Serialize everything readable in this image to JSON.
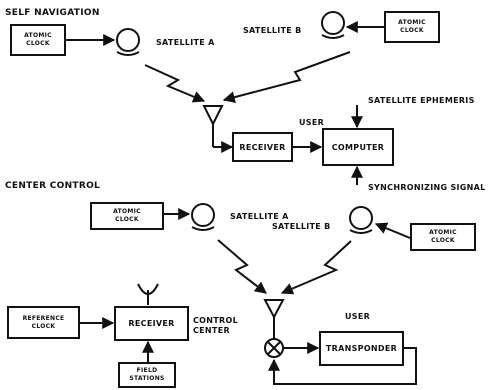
{
  "self_navigation": {
    "heading": "SELF NAVIGATION",
    "clock_a": "ATOMIC CLOCK",
    "clock_b": "ATOMIC CLOCK",
    "satellite_a": "SATELLITE A",
    "satellite_b": "SATELLITE B",
    "receiver": "RECEIVER",
    "user": "USER",
    "computer": "COMPUTER",
    "ephemeris": "SATELLITE EPHEMERIS",
    "sync": "SYNCHRONIZING SIGNAL"
  },
  "center_control": {
    "heading": "CENTER CONTROL",
    "clock_a": "ATOMIC CLOCK",
    "clock_b": "ATOMIC CLOCK",
    "satellite_a": "SATELLITE A",
    "satellite_b": "SATELLITE B",
    "reference_clock": "REFERENCE CLOCK",
    "receiver": "RECEIVER",
    "control_center": "CONTROL CENTER",
    "field_stations": "FIELD STATIONS",
    "user": "USER",
    "transponder": "TRANSPONDER"
  },
  "colors": {
    "ink": "#111111",
    "background": "#ffffff"
  }
}
